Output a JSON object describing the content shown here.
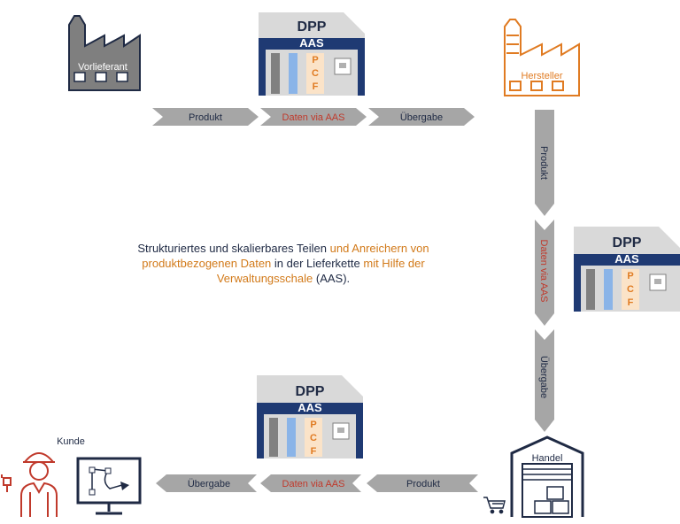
{
  "colors": {
    "navy": "#1f3a73",
    "gray_arrow": "#a6a6a6",
    "orange": "#e07b22",
    "red": "#c0392b",
    "dark_text": "#1f2a44",
    "card_bg": "#d9d9d9"
  },
  "actors": {
    "supplier": "Vorlieferant",
    "manufacturer": "Hersteller",
    "retail": "Handel",
    "customer": "Kunde"
  },
  "dpp_cards": [
    {
      "title": "DPP",
      "subtitle": "AAS",
      "letters": [
        "P",
        "C",
        "F"
      ]
    },
    {
      "title": "DPP",
      "subtitle": "AAS",
      "letters": [
        "P",
        "C",
        "F"
      ]
    },
    {
      "title": "DPP",
      "subtitle": "AAS",
      "letters": [
        "P",
        "C",
        "F"
      ]
    }
  ],
  "flows": {
    "top": [
      "Produkt",
      "Daten via AAS",
      "Übergabe"
    ],
    "right": [
      "Produkt",
      "Daten via AAS",
      "Übergabe"
    ],
    "bottom": [
      "Übergabe",
      "Daten via AAS",
      "Produkt"
    ]
  },
  "center": {
    "part1": "Strukturiertes und skalierbares Teilen ",
    "part2": "und Anreichern von produktbezogenen Daten",
    "part3": " in der Lieferkette ",
    "part4": "mit Hilfe der Verwaltungsschale",
    "part5": " (AAS)."
  },
  "icons": [
    "factory-icon",
    "warehouse-icon",
    "shopping-cart-icon",
    "worker-icon",
    "monitor-icon",
    "plug-icon",
    "nameplate-icon"
  ]
}
